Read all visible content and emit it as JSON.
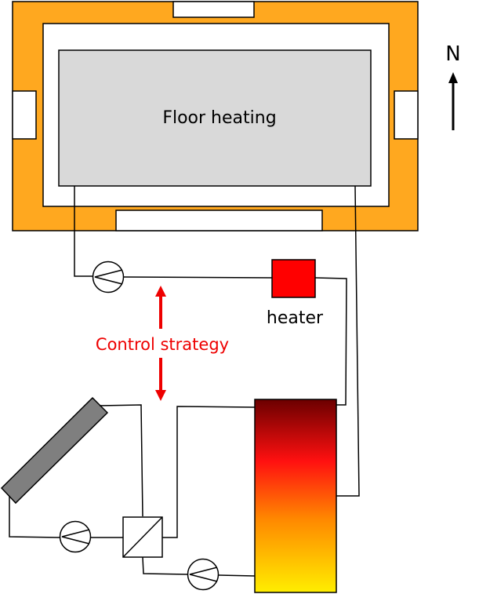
{
  "labels": {
    "floor_heating": "Floor heating",
    "heater": "heater",
    "control_strategy": "Control strategy",
    "north": "N"
  },
  "colors": {
    "building_wall": "#FFA81F",
    "floor_panel": "#D9D9D9",
    "heater": "#FF0000",
    "control_arrow": "#EE0000",
    "solar_collector": "#7F7F7F",
    "tank_top": "#6B0000",
    "tank_mid": "#FF1010",
    "tank_bottom": "#FFEE00"
  }
}
